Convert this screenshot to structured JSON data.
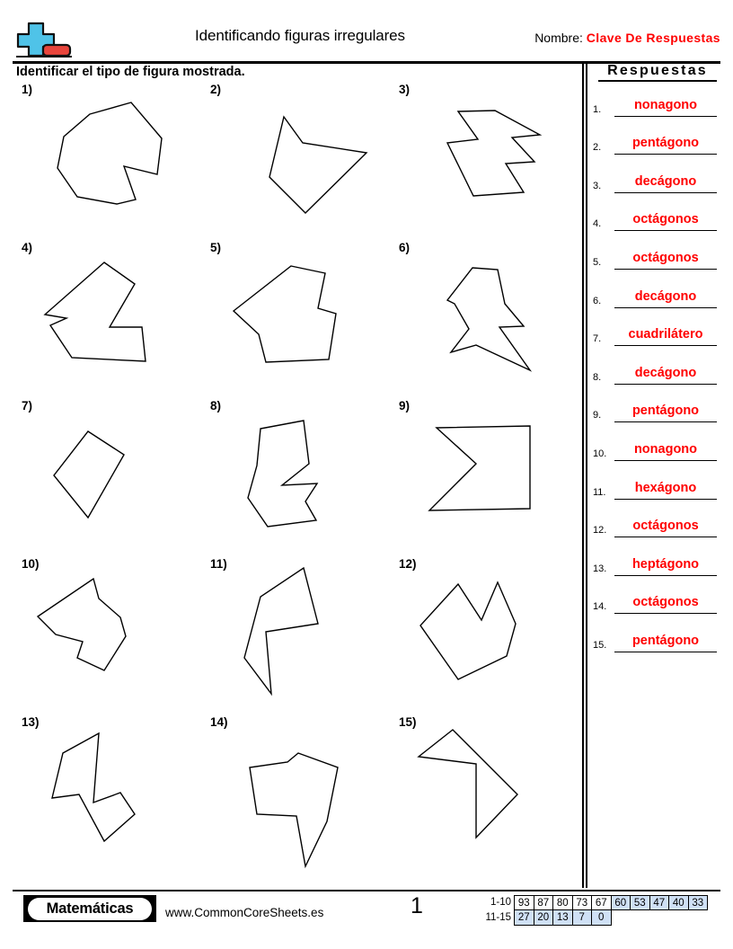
{
  "header": {
    "title": "Identificando figuras irregulares",
    "name_label": "Nombre:",
    "name_value": "Clave De Respuestas",
    "logo_icon": "blue-plus-red-bar-icon"
  },
  "instruction": "Identificar el tipo de figura mostrada.",
  "answers": {
    "heading": "Respuestas",
    "items": [
      {
        "num": "1.",
        "value": "nonagono"
      },
      {
        "num": "2.",
        "value": "pentágono"
      },
      {
        "num": "3.",
        "value": "decágono"
      },
      {
        "num": "4.",
        "value": "octágonos"
      },
      {
        "num": "5.",
        "value": "octágonos"
      },
      {
        "num": "6.",
        "value": "decágono"
      },
      {
        "num": "7.",
        "value": "cuadrilátero"
      },
      {
        "num": "8.",
        "value": "decágono"
      },
      {
        "num": "9.",
        "value": "pentágono"
      },
      {
        "num": "10.",
        "value": "nonagono"
      },
      {
        "num": "11.",
        "value": "hexágono"
      },
      {
        "num": "12.",
        "value": "octágonos"
      },
      {
        "num": "13.",
        "value": "heptágono"
      },
      {
        "num": "14.",
        "value": "octágonos"
      },
      {
        "num": "15.",
        "value": "pentágono"
      }
    ]
  },
  "problems": [
    {
      "num": "1)",
      "answer_type": "nonagono",
      "sides": 9
    },
    {
      "num": "2)",
      "answer_type": "pentágono",
      "sides": 5
    },
    {
      "num": "3)",
      "answer_type": "decágono",
      "sides": 10
    },
    {
      "num": "4)",
      "answer_type": "octágonos",
      "sides": 8
    },
    {
      "num": "5)",
      "answer_type": "octágonos",
      "sides": 8
    },
    {
      "num": "6)",
      "answer_type": "decágono",
      "sides": 10
    },
    {
      "num": "7)",
      "answer_type": "cuadrilátero",
      "sides": 4
    },
    {
      "num": "8)",
      "answer_type": "decágono",
      "sides": 10
    },
    {
      "num": "9)",
      "answer_type": "pentágono",
      "sides": 5
    },
    {
      "num": "10)",
      "answer_type": "nonagono",
      "sides": 9
    },
    {
      "num": "11)",
      "answer_type": "hexágono",
      "sides": 6
    },
    {
      "num": "12)",
      "answer_type": "octágonos",
      "sides": 8
    },
    {
      "num": "13)",
      "answer_type": "heptágono",
      "sides": 7
    },
    {
      "num": "14)",
      "answer_type": "octágonos",
      "sides": 8
    },
    {
      "num": "15)",
      "answer_type": "pentágono",
      "sides": 5
    }
  ],
  "footer": {
    "brand": "Matemáticas",
    "url": "www.CommonCoreSheets.es",
    "page_number": "1"
  },
  "score_table": {
    "rows": [
      {
        "label": "1-10",
        "cells": [
          {
            "value": "93",
            "shaded": false
          },
          {
            "value": "87",
            "shaded": false
          },
          {
            "value": "80",
            "shaded": false
          },
          {
            "value": "73",
            "shaded": false
          },
          {
            "value": "67",
            "shaded": false
          },
          {
            "value": "60",
            "shaded": true
          },
          {
            "value": "53",
            "shaded": true
          },
          {
            "value": "47",
            "shaded": true
          },
          {
            "value": "40",
            "shaded": true
          },
          {
            "value": "33",
            "shaded": true
          }
        ]
      },
      {
        "label": "11-15",
        "cells": [
          {
            "value": "27",
            "shaded": true
          },
          {
            "value": "20",
            "shaded": true
          },
          {
            "value": "13",
            "shaded": true
          },
          {
            "value": "7",
            "shaded": true
          },
          {
            "value": "0",
            "shaded": true
          }
        ]
      }
    ]
  },
  "colors": {
    "answer_red": "#FF0000",
    "logo_blue": "#4FC3E8",
    "logo_red": "#E8453C",
    "score_shade": "#cfe0f5"
  }
}
